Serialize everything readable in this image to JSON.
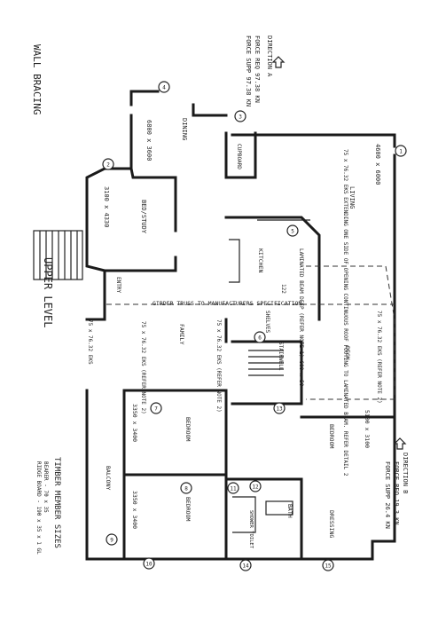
{
  "title": "WALL BRACING",
  "level": "UPPER LEVEL",
  "sizes": {
    "heading": "TIMBER MEMBER SIZES",
    "line1": "BEARER - 70 x 35",
    "line2": "RIDGE BOARD - 190 x 35 x 1 GL"
  },
  "direction_a": {
    "title": "DIRECTION A",
    "force": "FORCE REQ 97.38 KN",
    "supply": "FORCE SUPP 97.38 KN"
  },
  "direction_b": {
    "title": "DIRECTION B",
    "force": "FORCE REQ 19.3 KN",
    "supply": "FORCE SUPP 26.4 KN"
  },
  "girder": "GIRDER TRUSS TO MANUFACTURERS SPECIFICATION",
  "rooms": {
    "dining": "DINING",
    "dining_dim": "6800 x 3600",
    "living": "LIVING",
    "living_dim": "4600 x 6000",
    "bed_study": "BED/STUDY",
    "bed_study_dim": "3100 x 4330",
    "family": "FAMILY",
    "kitchen": "KITCHEN",
    "cupboard": "CUPBOARD",
    "bedroom1": "BEDROOM",
    "bedroom1_dim": "3350 x 3400",
    "bedroom2": "BEDROOM",
    "bedroom2_dim": "3350 x 3400",
    "bedroom3": "BEDROOM",
    "bedroom3_dim": "5100 x 3100",
    "balcony": "BALCONY",
    "deck": "DECK",
    "bath": "BATH",
    "dressing": "DRESSING",
    "shower_toilet": "SHOWER TOILET",
    "stairwell": "STAIRWELL",
    "shelves": "SHELVES",
    "entry": "ENTRY"
  },
  "notes": {
    "living_note": "75 x 76.32 EKS EXTENDING ONE SIDE OF OPENING CONTINUOUS ROOF FOOTING TO LAMINATED BEAM. REFER DETAIL 2",
    "laminated": "LAMINATED BEAM DEEP (REFER NOTE 1) 600 x 50",
    "deck_note": "75 x 76.32 EKS (REFER NOTE 2)",
    "family_note1": "75 x 76.32 EKS (REFER NOTE 2)",
    "family_note2": "75 x 76.32 EKS (REFER NOTE 2)",
    "stair_note": "75 x 76.32 EKS",
    "size_122": "122"
  },
  "bracing_markers": [
    "1",
    "2",
    "3",
    "4",
    "5",
    "6",
    "7",
    "8",
    "9",
    "10",
    "11",
    "12",
    "13",
    "14",
    "15"
  ]
}
